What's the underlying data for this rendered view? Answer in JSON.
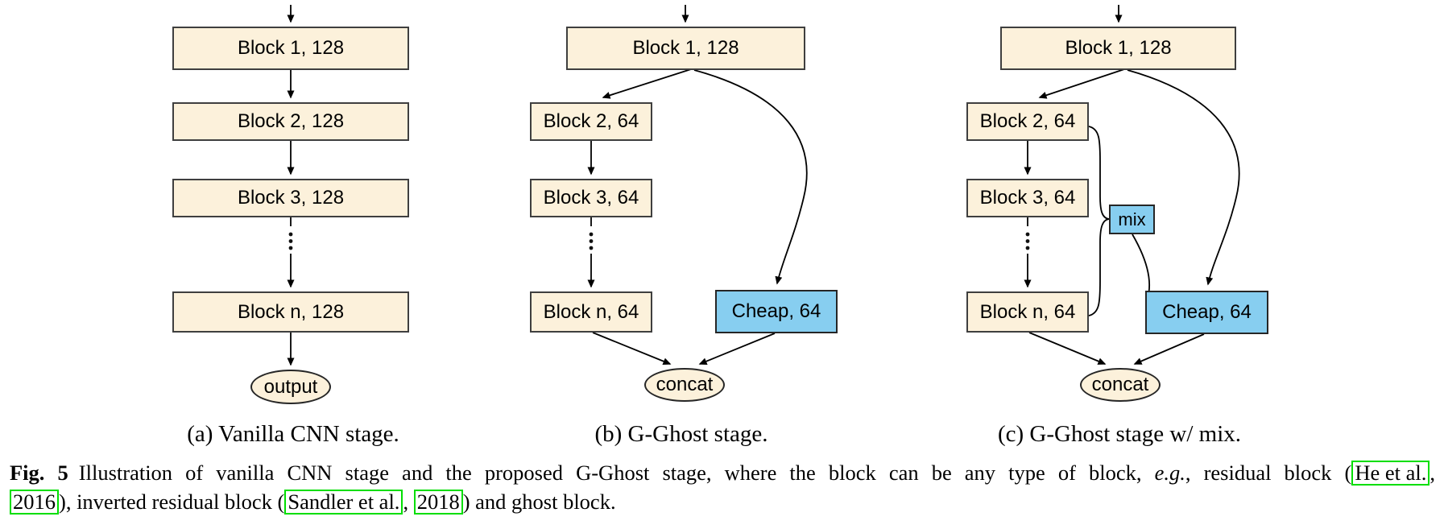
{
  "figure": {
    "subfigures": [
      {
        "caption": "(a) Vanilla CNN stage.",
        "blocks": [
          "Block 1, 128",
          "Block 2, 128",
          "Block 3, 128",
          "Block n, 128"
        ],
        "terminal": "output"
      },
      {
        "caption": "(b) G-Ghost stage.",
        "blocks": [
          "Block 1, 128",
          "Block 2, 64",
          "Block 3, 64",
          "Block n, 64"
        ],
        "cheap": "Cheap, 64",
        "terminal": "concat"
      },
      {
        "caption": "(c) G-Ghost stage w/ mix.",
        "blocks": [
          "Block 1, 128",
          "Block 2, 64",
          "Block 3, 64",
          "Block n, 64"
        ],
        "cheap": "Cheap, 64",
        "mix": "mix",
        "terminal": "concat"
      }
    ],
    "caption": {
      "label": "Fig. 5",
      "part1": "Illustration of vanilla CNN stage and the proposed G-Ghost stage, where the block can be any type of block, ",
      "eg": "e.g.",
      "part2": ", residual block (",
      "cite_he": "He et al.",
      "comma1": ",",
      "cite_2016": "2016",
      "part3": "), inverted residual block (",
      "cite_sandler": "Sandler et al.",
      "comma2": ", ",
      "cite_2018": "2018",
      "part4": ") and ghost block."
    },
    "colors": {
      "block_fill": "#FCF1DB",
      "cheap_fill": "#87CEF0",
      "citation_box": "#00DE00",
      "border": "#3F3F3F"
    }
  }
}
